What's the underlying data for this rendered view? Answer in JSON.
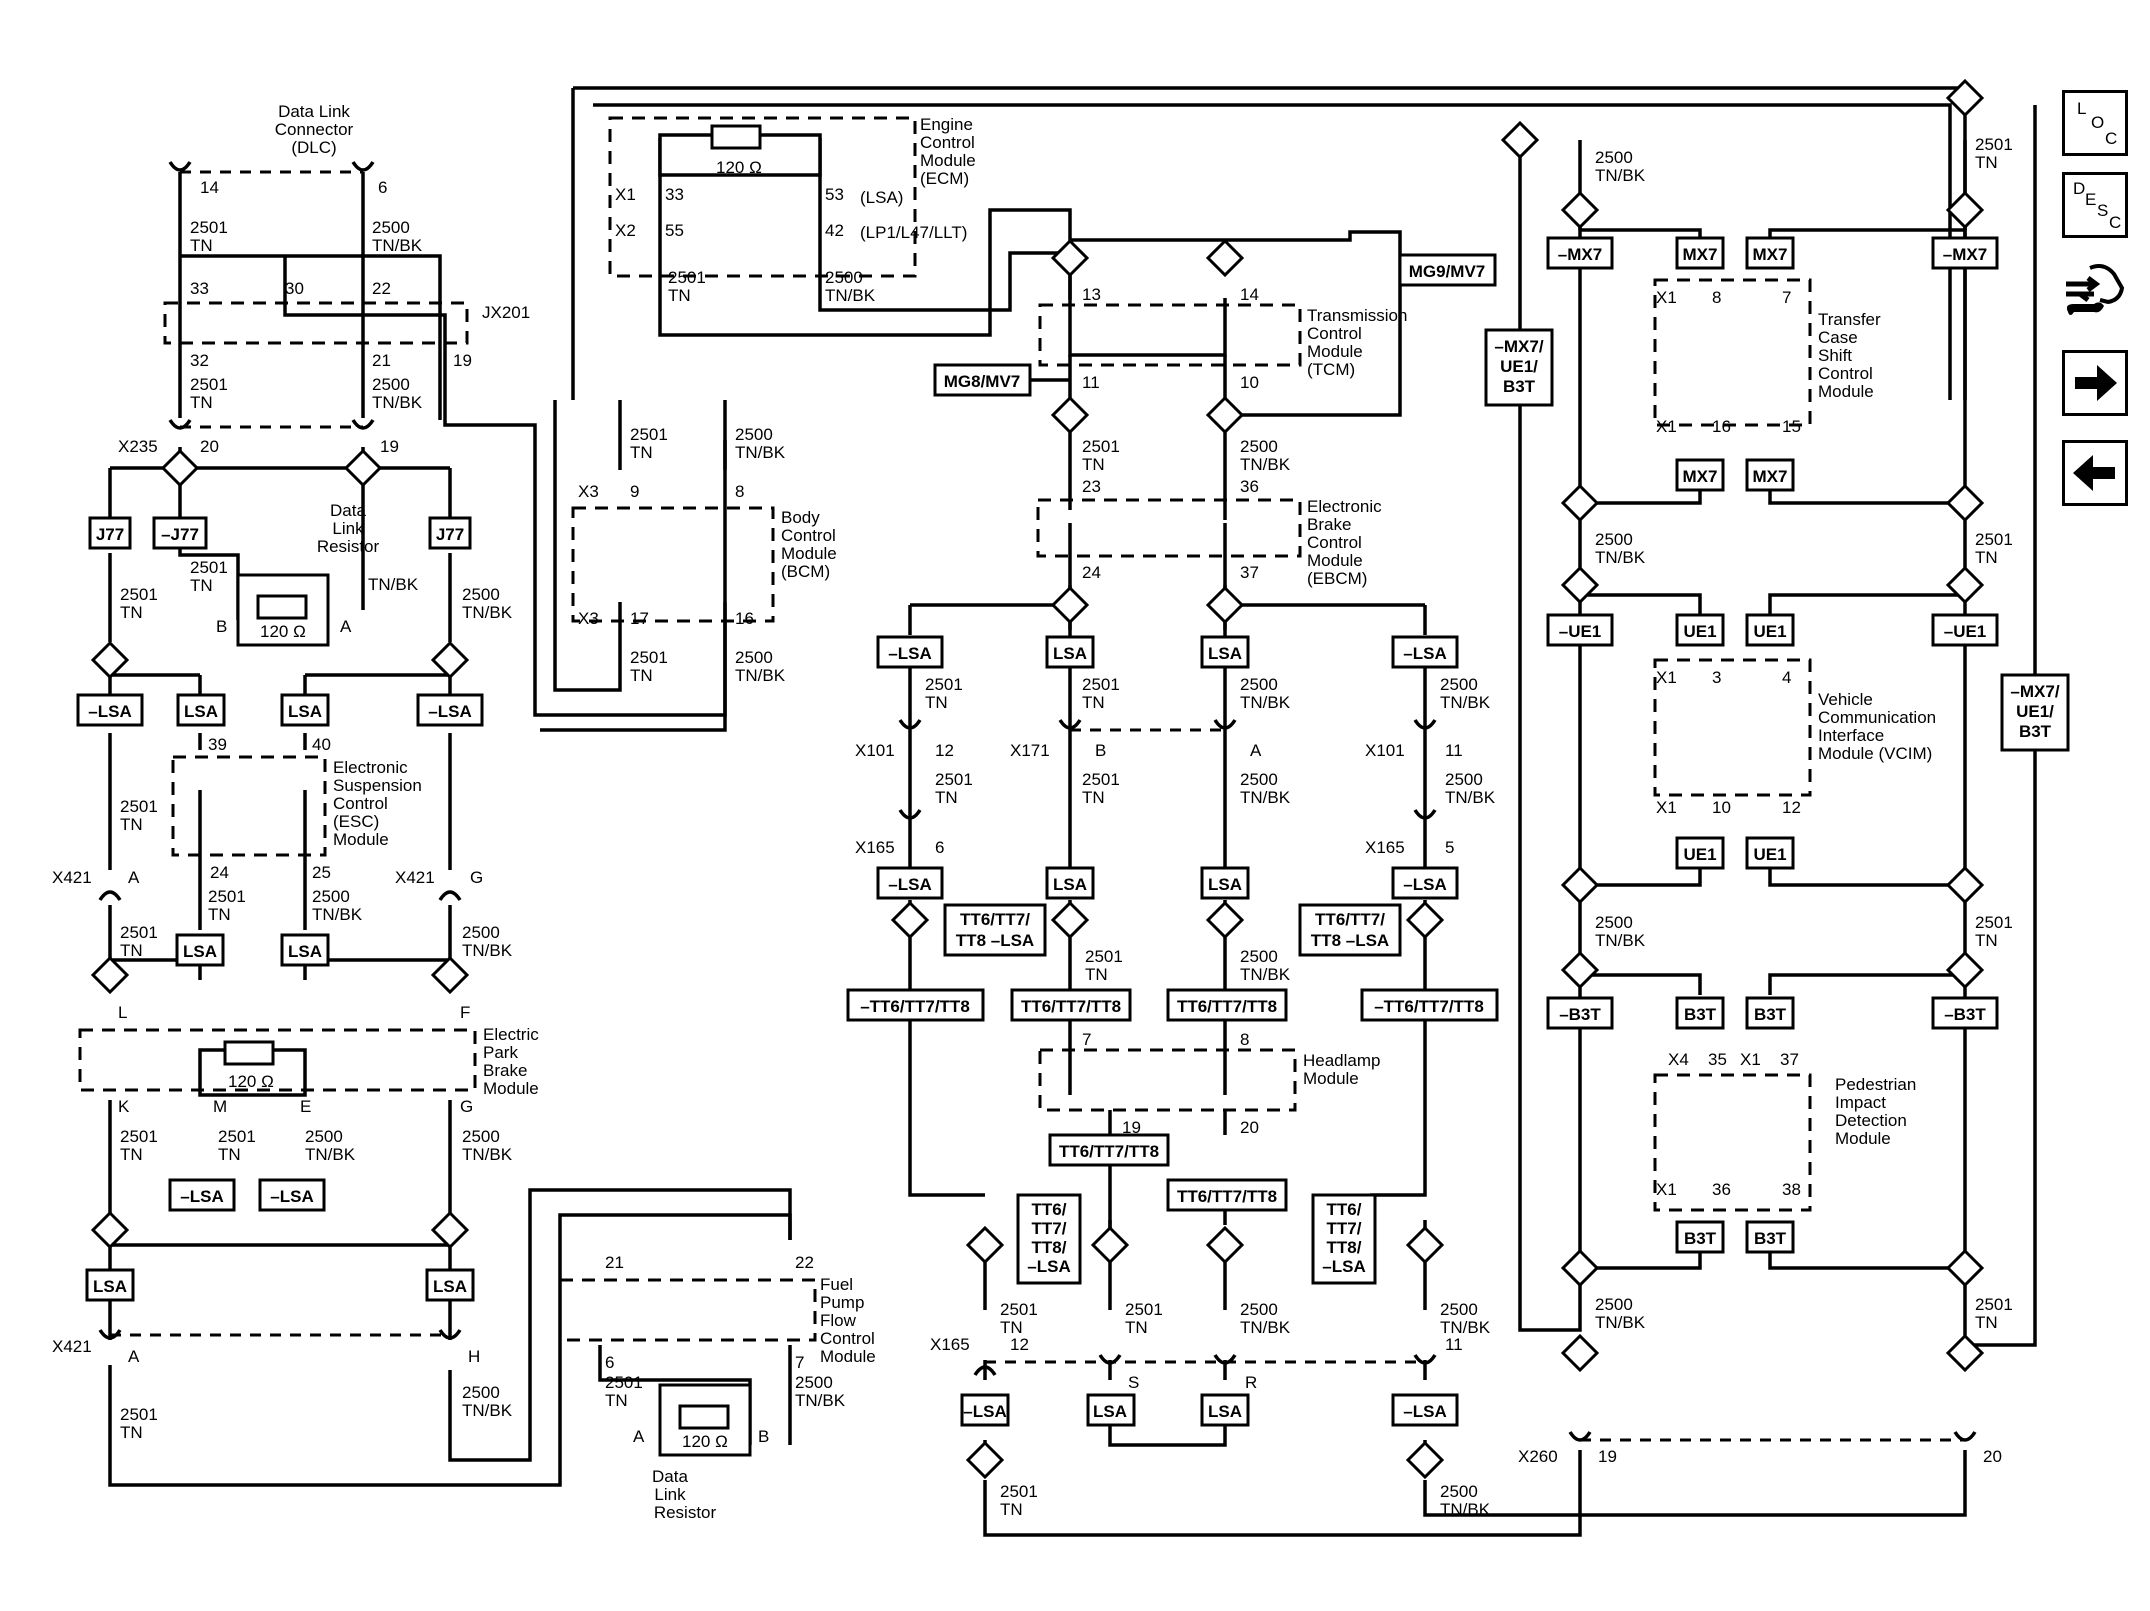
{
  "nav": {
    "loc": {
      "l1": "L",
      "l2": "O",
      "l3": "C"
    },
    "desc": {
      "l1": "D",
      "l2": "E",
      "l3": "S",
      "l4": "C"
    }
  },
  "modules": {
    "dlc": [
      "Data Link",
      "Connector",
      "(DLC)"
    ],
    "ecm": [
      "Engine",
      "Control",
      "Module",
      "(ECM)"
    ],
    "tcm": [
      "Transmission",
      "Control",
      "Module",
      "(TCM)"
    ],
    "bcm": [
      "Body",
      "Control",
      "Module",
      "(BCM)"
    ],
    "ebcm": [
      "Electronic",
      "Brake",
      "Control",
      "Module",
      "(EBCM)"
    ],
    "esc": [
      "Electronic",
      "Suspension",
      "Control",
      "(ESC)",
      "Module"
    ],
    "epb": [
      "Electric",
      "Park",
      "Brake",
      "Module"
    ],
    "fpfc": [
      "Fuel",
      "Pump",
      "Flow",
      "Control",
      "Module"
    ],
    "headlamp": [
      "Headlamp",
      "Module"
    ],
    "tcsc": [
      "Transfer",
      "Case",
      "Shift",
      "Control",
      "Module"
    ],
    "vcim": [
      "Vehicle",
      "Communication",
      "Interface",
      "Module (VCIM)"
    ],
    "pidm": [
      "Pedestrian",
      "Impact",
      "Detection",
      "Module"
    ],
    "dlr1": [
      "Data",
      "Link",
      "Resistor"
    ],
    "dlr2": [
      "Data",
      "Link",
      "Resistor"
    ]
  },
  "wires": {
    "c2501": "2501",
    "c2500": "2500",
    "tn": "TN",
    "tnbk": "TN/BK"
  },
  "resistor": "120 Ω",
  "options": {
    "lsa": "LSA",
    "nlsa": "–LSA",
    "j77": "J77",
    "nj77": "–J77",
    "mx7": "MX7",
    "nmx7": "–MX7",
    "ue1": "UE1",
    "nue1": "–UE1",
    "b3t": "B3T",
    "nb3t": "–B3T",
    "mg8": "MG8/MV7",
    "mg9": "MG9/MV7",
    "tt": "TT6/TT7/TT8",
    "ntt": "–TT6/TT7/TT8",
    "ttl1": "TT6/TT7/",
    "ttl2": "TT8 –LSA",
    "ttv1": "TT6/",
    "ttv2": "TT7/",
    "ttv3": "TT8/",
    "ttv4": "–LSA",
    "mxa": "–MX7/",
    "mxb": "UE1/",
    "mxc": "B3T"
  },
  "connectors": {
    "x1": "X1",
    "x2": "X2",
    "x3": "X3",
    "x4": "X4",
    "x235": "X235",
    "x421": "X421",
    "x101": "X101",
    "x171": "X171",
    "x165": "X165",
    "x260": "X260",
    "jx201": "JX201"
  },
  "ecm_opts": {
    "lsa": "(LSA)",
    "lp1": "(LP1/L47/LLT)"
  },
  "pins": {
    "p3": "3",
    "p4": "4",
    "p5": "5",
    "p6": "6",
    "p7": "7",
    "p8": "8",
    "p9": "9",
    "p10": "10",
    "p11": "11",
    "p12": "12",
    "p13": "13",
    "p14": "14",
    "p15": "15",
    "p16": "16",
    "p17": "17",
    "p19": "19",
    "p20": "20",
    "p21": "21",
    "p22": "22",
    "p23": "23",
    "p24": "24",
    "p25": "25",
    "p30": "30",
    "p32": "32",
    "p33": "33",
    "p35": "35",
    "p36": "36",
    "p37": "37",
    "p38": "38",
    "p39": "39",
    "p40": "40",
    "p42": "42",
    "p53": "53",
    "p55": "55",
    "a": "A",
    "b": "B",
    "e": "E",
    "f": "F",
    "g": "G",
    "h": "H",
    "k": "K",
    "l": "L",
    "m": "M",
    "r": "R",
    "s": "S"
  }
}
